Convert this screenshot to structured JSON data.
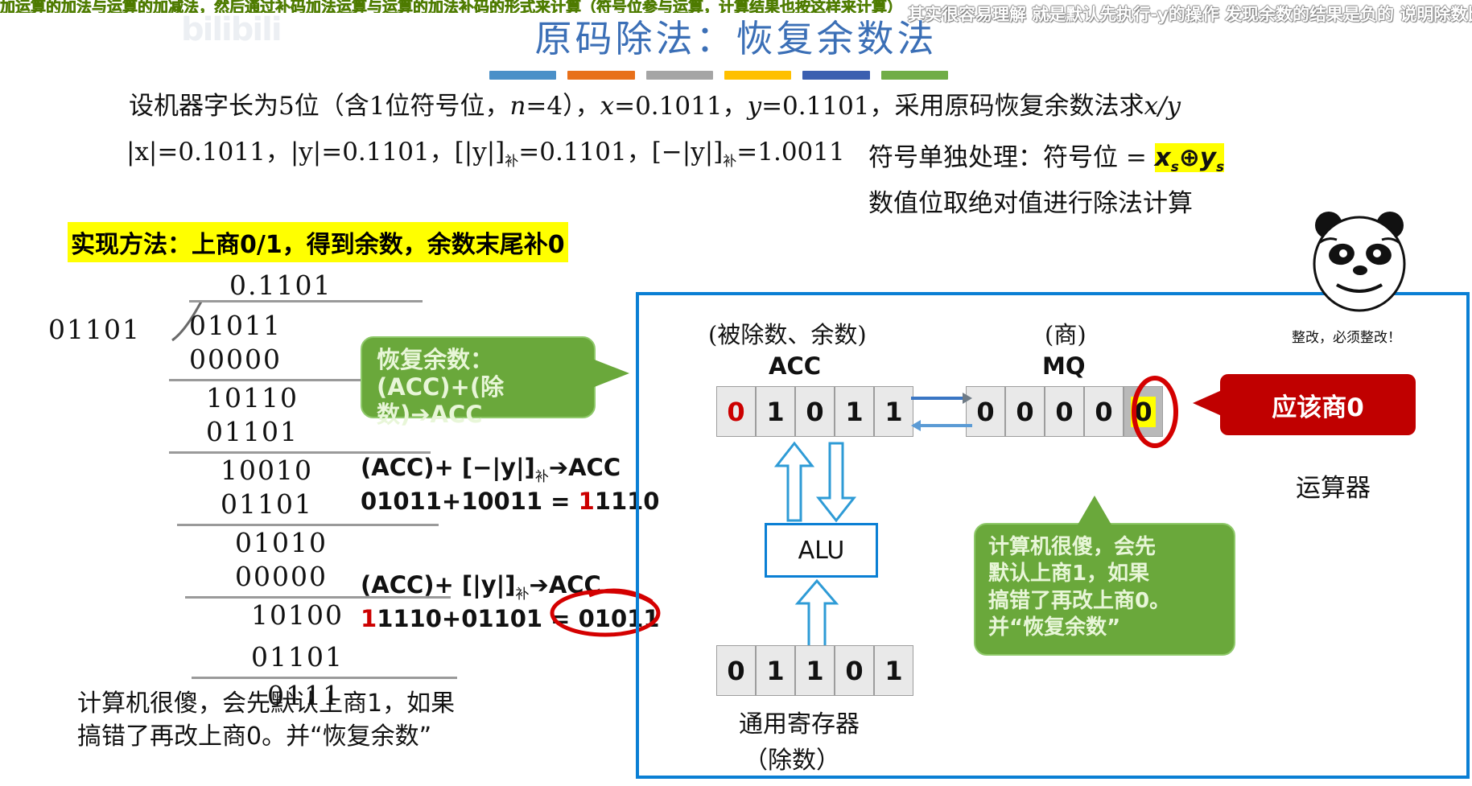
{
  "danmaku": {
    "green_text": "加运算的加法与运算的加减法，然后通过补码加法运算与运算的加法补码的形式来计算（符号位参与运算，计算结果也按这样来计算）",
    "white_text": "其实很容易理解 就是默认先执行-y的操作 发现余数的结果是负的 说明除数比被除数要大",
    "watermark": "bilibili"
  },
  "slide": {
    "title": "原码除法：恢复余数法",
    "bar_colors": [
      "#4a90c8",
      "#e8701a",
      "#a5a5a5",
      "#ffc000",
      "#3b5fb0",
      "#70ad47"
    ],
    "line1": "设机器字长为5位（含1位符号位，n=4），x=0.1011，y=0.1101，采用原码恢复余数法求x/y",
    "line1_parts": {
      "a": "设机器字长为5位（含1位符号位，",
      "n": "n",
      "b": "=4），",
      "x": "x",
      "c": "=0.1011，",
      "y": "y",
      "d": "=0.1101，采用原码恢复余数法求",
      "xy": "x/y"
    },
    "line2_parts": {
      "a": "|x|=0.1011，|y|=0.1101，[|y|]",
      "sub1": "补",
      "b": "=0.1101，[−|y|]",
      "sub2": "补",
      "c": "=1.0011"
    },
    "right_note1_prefix": "符号单独处理：符号位 = ",
    "right_note1_hl_x": "x",
    "right_note1_hl_xs": "s",
    "right_note1_hl_op": "⊕",
    "right_note1_hl_y": "y",
    "right_note1_hl_ys": "s",
    "right_note2": "数值位取绝对值进行除法计算",
    "method_line": "实现方法：上商0/1，得到余数，余数末尾补0"
  },
  "long_division": {
    "quotient": "0.1101",
    "divisor": "01101",
    "rows": [
      {
        "value": "01011",
        "indent": 0
      },
      {
        "value": "00000",
        "indent": 0
      },
      {
        "value": "10110",
        "indent": 18
      },
      {
        "value": "01101",
        "indent": 18
      },
      {
        "value": "10010",
        "indent": 36
      },
      {
        "value": "01101",
        "indent": 36
      },
      {
        "value": "01010",
        "indent": 54
      },
      {
        "value": "00000",
        "indent": 54
      },
      {
        "value": "10100",
        "indent": 72
      },
      {
        "value": "01101",
        "indent": 72
      },
      {
        "value": "0111",
        "indent": 90
      }
    ]
  },
  "callout_restore": {
    "line1": "恢复余数：",
    "line2": "(ACC)+(除数)➔ACC"
  },
  "formulas": {
    "f1_a": "(ACC)+ [−|y|]",
    "f1_sub": "补",
    "f1_b": "➔ACC",
    "f2_a": "01011+10011 = ",
    "f2_red": "1",
    "f2_b": "1110",
    "f3_a": "(ACC)+ [|y|]",
    "f3_sub": "补",
    "f3_b": "➔ACC",
    "f4_red": "1",
    "f4_a": "1110+01101 = ",
    "f4_result": "01011"
  },
  "hardware": {
    "acc_caption_top": "(被除数、余数)",
    "acc_caption": "ACC",
    "mq_caption_top": "(商)",
    "mq_caption": "MQ",
    "acc_bits": [
      "0",
      "1",
      "0",
      "1",
      "1"
    ],
    "acc_first_red": true,
    "mq_bits": [
      "0",
      "0",
      "0",
      "0",
      "0"
    ],
    "mq_last_highlight": true,
    "alu_label": "ALU",
    "gpr_bits": [
      "0",
      "1",
      "1",
      "0",
      "1"
    ],
    "gpr_caption_top": "通用寄存器",
    "gpr_caption_bottom": "（除数）",
    "unit_label": "运算器"
  },
  "red_callout": {
    "text": "应该商0"
  },
  "callout_dumb": {
    "l1": "计算机很傻，会先",
    "l2": "默认上商1，如果",
    "l3": "搞错了再改上商0。",
    "l4": "并“恢复余数”"
  },
  "panda": {
    "caption": "整改，必须整改！"
  },
  "bottom_note": {
    "l1": "计算机很傻，会先默认上商1，如果",
    "l2": "搞错了再改上商0。并“恢复余数”"
  }
}
